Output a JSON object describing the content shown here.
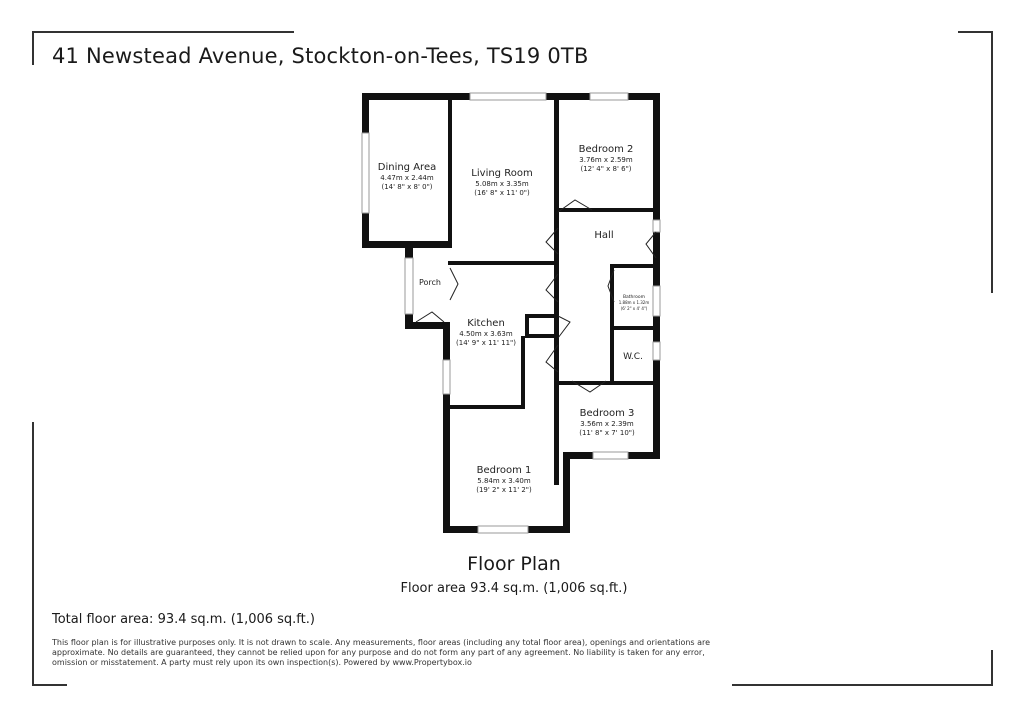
{
  "header": {
    "address": "41 Newstead Avenue, Stockton-on-Tees, TS19 0TB"
  },
  "rooms": {
    "dining": {
      "name": "Dining Area",
      "metric": "4.47m x 2.44m",
      "imperial": "(14' 8\" x 8' 0\")"
    },
    "living": {
      "name": "Living Room",
      "metric": "5.08m x 3.35m",
      "imperial": "(16' 8\" x 11' 0\")"
    },
    "bedroom2": {
      "name": "Bedroom 2",
      "metric": "3.76m x 2.59m",
      "imperial": "(12' 4\" x 8' 6\")"
    },
    "hall": {
      "name": "Hall"
    },
    "porch": {
      "name": "Porch"
    },
    "kitchen": {
      "name": "Kitchen",
      "metric": "4.50m x 3.63m",
      "imperial": "(14' 9\" x 11' 11\")"
    },
    "bathroom": {
      "name": "Bathroom",
      "metric": "1.88m x 1.32m",
      "imperial": "(6' 2\" x 4' 4\")"
    },
    "wc": {
      "name": "W.C."
    },
    "bedroom3": {
      "name": "Bedroom 3",
      "metric": "3.56m x 2.39m",
      "imperial": "(11' 8\" x 7' 10\")"
    },
    "bedroom1": {
      "name": "Bedroom 1",
      "metric": "5.84m x 3.40m",
      "imperial": "(19' 2\" x 11' 2\")"
    }
  },
  "caption": {
    "title": "Floor Plan",
    "area": "Floor area 93.4 sq.m. (1,006 sq.ft.)"
  },
  "footer": {
    "total": "Total floor area: 93.4 sq.m. (1,006 sq.ft.)",
    "disclaimer": "This floor plan is for illustrative purposes only. It is not drawn to scale. Any measurements, floor areas (including any total floor area), openings and orientations are approximate. No details are guaranteed, they cannot be relied upon for any purpose and do not form any part of any agreement. No liability is taken for any error, omission or misstatement. A party must rely upon its own inspection(s). Powered by www.Propertybox.io"
  },
  "colors": {
    "wall": "#111111",
    "window": "#9a9a9a",
    "frame": "#333333"
  }
}
